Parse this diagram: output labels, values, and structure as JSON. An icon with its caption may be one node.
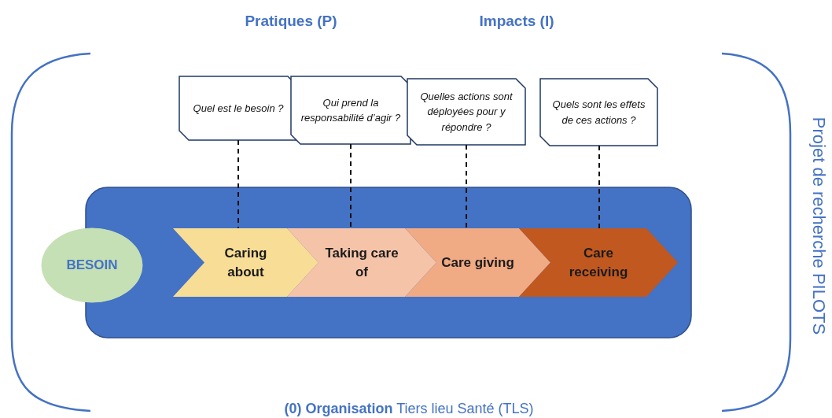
{
  "diagram": {
    "nodes": [
      {
        "text": [],
        "shape": "box"
      },
      {
        "text": [
          "BESOIN"
        ]
      },
      {
        "text": [
          "Caring about"
        ],
        "in": 0
      },
      {
        "text": [
          "Taking care of"
        ],
        "in": 0
      },
      {
        "text": [
          "Care giving"
        ],
        "in": 0
      },
      {
        "text": [
          "Care receiving"
        ],
        "in": 0
      },
      {
        "text": [
          "Quel est le besoin ?"
        ]
      },
      {
        "text": [
          "Qui prend la responsabilité d’agir ?"
        ]
      },
      {
        "text": [
          "Quelles actions sont déployées pour y répondre ?"
        ]
      },
      {
        "text": [
          "Quels sont les effets de ces actions ?"
        ]
      }
    ],
    "edges": [
      {
        "from": 6,
        "to": 2,
        "arrow": "none",
        "style": "dashed"
      },
      {
        "from": 7,
        "to": 3,
        "arrow": "none",
        "style": "dashed"
      },
      {
        "from": 8,
        "to": 4,
        "arrow": "none",
        "style": "dashed"
      },
      {
        "from": 9,
        "to": 5,
        "arrow": "none",
        "style": "dashed"
      }
    ],
    "labels": [
      "Pratiques (P)",
      "Impacts (I)",
      "Projet de recherche PILOTS",
      "**(0) Organisation** Tiers lieu Santé (TLS)"
    ]
  }
}
